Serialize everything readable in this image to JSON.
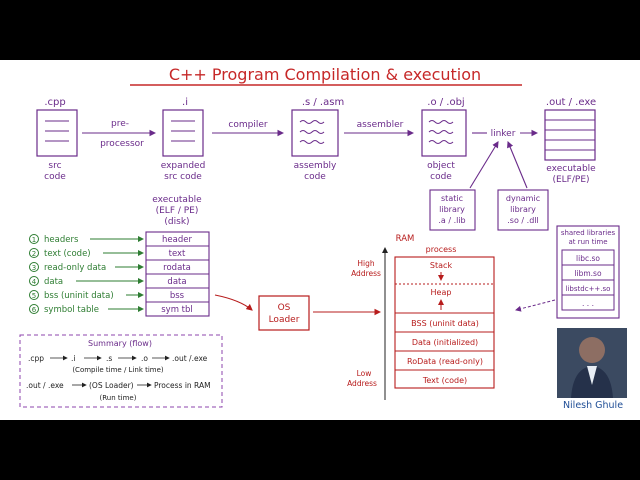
{
  "title": "C++ Program Compilation & execution",
  "pipeline": {
    "stages": [
      {
        "ext": ".cpp",
        "label1": "src",
        "label2": "code"
      },
      {
        "ext": ".i",
        "label1": "expanded",
        "label2": "src code"
      },
      {
        "ext": ".s / .asm",
        "label1": "assembly",
        "label2": "code"
      },
      {
        "ext": ".o / .obj",
        "label1": "object",
        "label2": "code"
      },
      {
        "ext": ".out / .exe",
        "label1": "executable",
        "label2": "(ELF/PE)"
      }
    ],
    "arrows": [
      "pre-",
      "processor",
      "compiler",
      "assembler",
      "linker"
    ],
    "static_lib": [
      "static",
      "library",
      ".a / .lib"
    ],
    "dynamic_lib": [
      "dynamic",
      "library",
      ".so / .dll"
    ]
  },
  "exe_disk": {
    "title1": "executable",
    "title2": "(ELF / PE)",
    "title3": "(disk)",
    "items": [
      {
        "num": "1",
        "text": "headers",
        "section": "header"
      },
      {
        "num": "2",
        "text": "text (code)",
        "section": "text"
      },
      {
        "num": "3",
        "text": "read-only data",
        "section": "rodata"
      },
      {
        "num": "4",
        "text": "data",
        "section": "data"
      },
      {
        "num": "5",
        "text": "bss (uninit data)",
        "section": "bss"
      },
      {
        "num": "6",
        "text": "symbol table",
        "section": "sym tbl"
      }
    ]
  },
  "loader": {
    "line1": "OS",
    "line2": "Loader"
  },
  "ram": {
    "label": "RAM",
    "process": "process",
    "high1": "High",
    "high2": "Address",
    "low1": "Low",
    "low2": "Address",
    "stack": "Stack",
    "heap": "Heap",
    "segments": [
      "BSS (uninit data)",
      "Data (initialized)",
      "RoData (read-only)",
      "Text (code)"
    ]
  },
  "shared": {
    "title1": "shared libraries",
    "title2": "at run time",
    "items": [
      "libc.so",
      "libm.so",
      "libstdc++.so",
      ". . ."
    ]
  },
  "summary": {
    "title": "Summary (flow)",
    "row1": [
      ".cpp",
      ".i",
      ".s",
      ".o",
      ".out /.exe"
    ],
    "row1_note": "(Compile time / Link time)",
    "row2": [
      ".out / .exe",
      "(OS Loader)",
      "Process in RAM"
    ],
    "row2_note": "(Run time)"
  },
  "presenter": "Nilesh Ghule"
}
